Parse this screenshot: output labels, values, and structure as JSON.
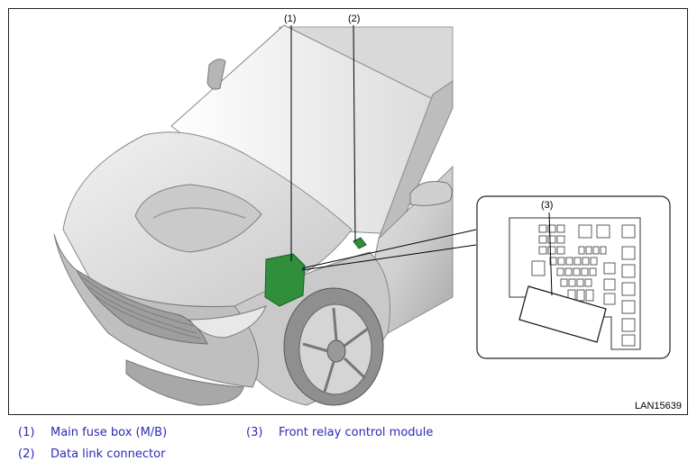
{
  "figure": {
    "id_label": "LAN15639",
    "callouts": [
      {
        "label": "(1)"
      },
      {
        "label": "(2)"
      },
      {
        "label": "(3)"
      }
    ]
  },
  "legend": [
    {
      "number": "(1)",
      "text": "Main fuse box (M/B)"
    },
    {
      "number": "(2)",
      "text": "Data link connector"
    },
    {
      "number": "(3)",
      "text": "Front relay control module"
    }
  ],
  "colors": {
    "highlight": "#2f8f3a",
    "legend_text": "#2b2bb5"
  }
}
